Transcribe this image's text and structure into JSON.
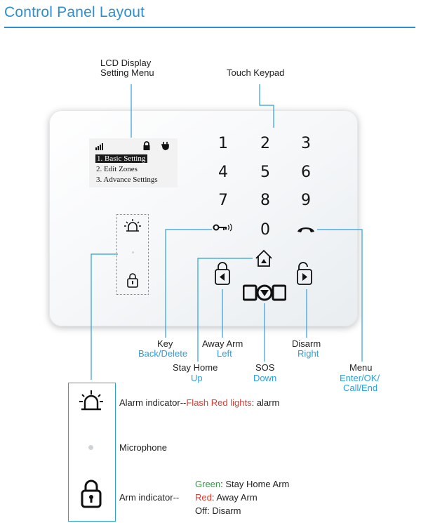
{
  "title": "Control Panel Layout",
  "callouts": {
    "lcd_line1": "LCD Display",
    "lcd_line2": "Setting Menu",
    "touch_keypad": "Touch Keypad",
    "key": "Key",
    "key_sub": "Back/Delete",
    "away": "Away Arm",
    "away_sub": "Left",
    "disarm": "Disarm",
    "disarm_sub": "Right",
    "stay": "Stay Home",
    "stay_sub": "Up",
    "sos": "SOS",
    "sos_sub": "Down",
    "menu": "Menu",
    "menu_sub1": "Enter/OK/",
    "menu_sub2": "Call/End"
  },
  "lcd": {
    "items": [
      "1. Basic Setting",
      "2. Edit Zones",
      "3. Advance Settings"
    ]
  },
  "keypad": {
    "digits": [
      "1",
      "2",
      "3",
      "4",
      "5",
      "6",
      "7",
      "8",
      "9",
      "0"
    ],
    "sos_label": "SOS"
  },
  "legend": {
    "alarm_prefix": "Alarm indicator--",
    "alarm_flash": "Flash Red lights",
    "alarm_suffix": ": alarm",
    "microphone": "Microphone",
    "arm_prefix": "Arm indicator--",
    "green_word": "Green",
    "green_rest": ": Stay Home Arm",
    "red_word": "Red",
    "red_rest": ": Away Arm",
    "off_text": "Off: Disarm"
  },
  "colors": {
    "accent_blue": "#2d8fd0",
    "sub_blue": "#2aa0dc",
    "green": "#2e9b3e",
    "red": "#e03a2f"
  }
}
